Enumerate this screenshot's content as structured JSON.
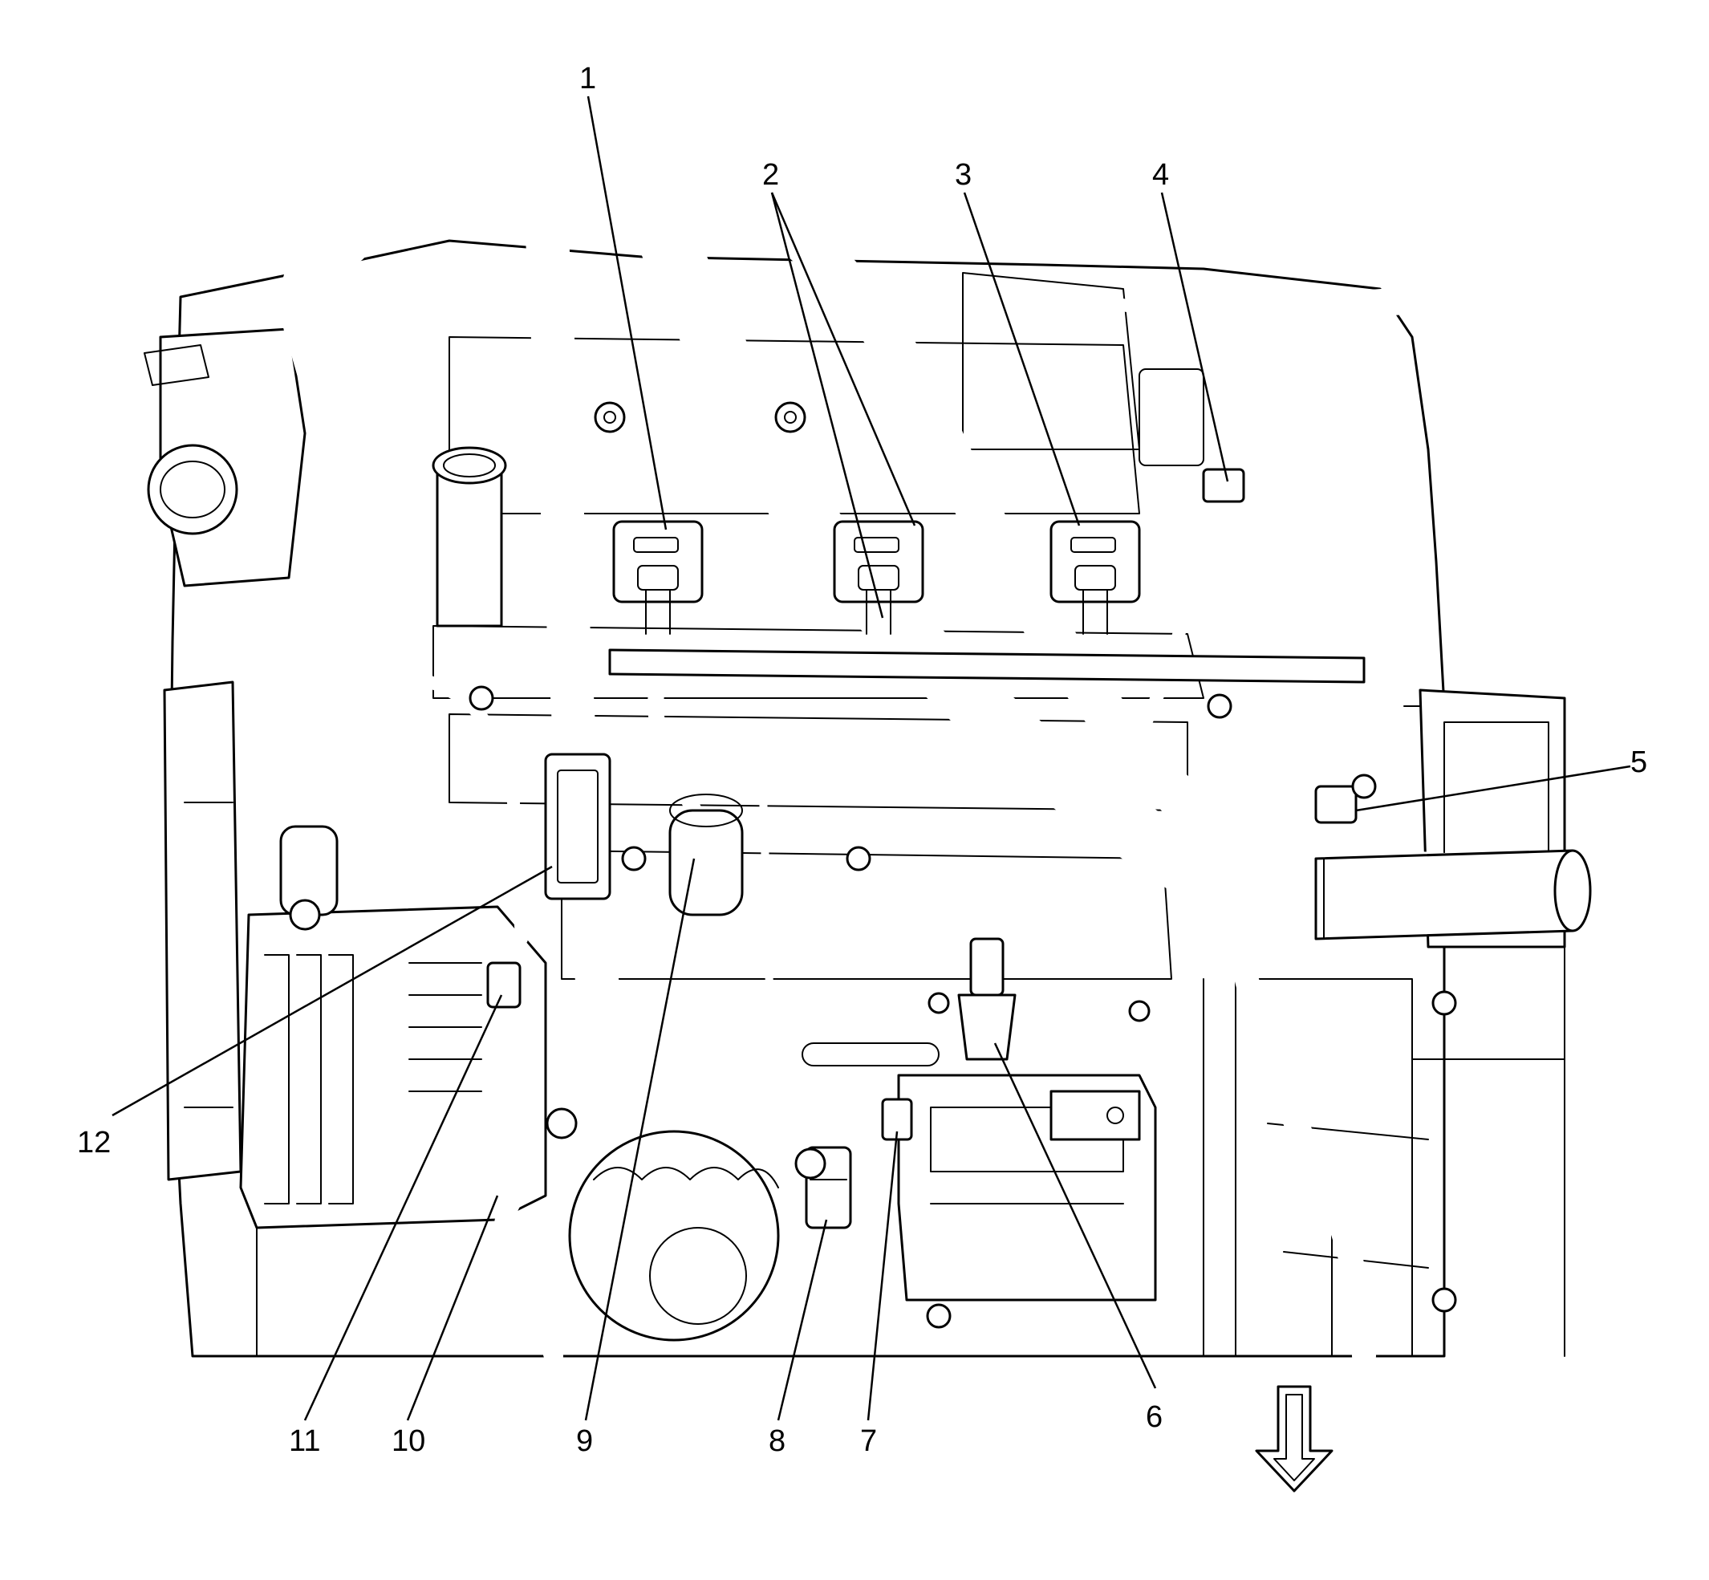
{
  "diagram": {
    "colors": {
      "line": "#000000",
      "background": "#ffffff"
    },
    "callouts": [
      {
        "id": "1",
        "label": "1"
      },
      {
        "id": "2",
        "label": "2"
      },
      {
        "id": "3",
        "label": "3"
      },
      {
        "id": "4",
        "label": "4"
      },
      {
        "id": "5",
        "label": "5"
      },
      {
        "id": "6",
        "label": "6"
      },
      {
        "id": "7",
        "label": "7"
      },
      {
        "id": "8",
        "label": "8"
      },
      {
        "id": "9",
        "label": "9"
      },
      {
        "id": "10",
        "label": "10"
      },
      {
        "id": "11",
        "label": "11"
      },
      {
        "id": "12",
        "label": "12"
      }
    ],
    "direction_indicator": "arrow-down-icon"
  }
}
